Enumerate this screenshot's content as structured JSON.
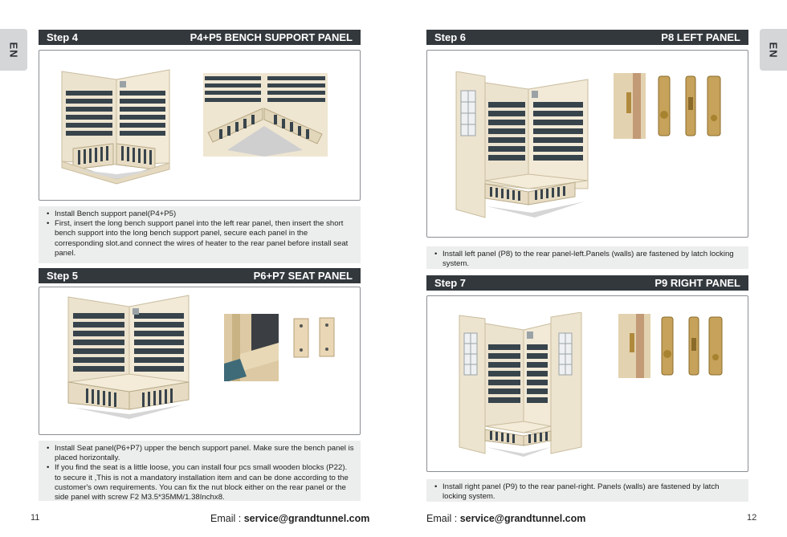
{
  "lang_tab": "EN",
  "left_page": {
    "step4": {
      "step": "Step 4",
      "title": "P4+P5 BENCH SUPPORT PANEL",
      "notes": [
        "Install Bench support panel(P4+P5)",
        "First, insert the long bench support panel into the left rear panel, then insert the short bench support into the long bench support panel, secure each panel in the corresponding slot.and connect the wires of heater to the rear panel before install seat panel."
      ]
    },
    "step5": {
      "step": "Step 5",
      "title": "P6+P7 SEAT PANEL",
      "notes": [
        "Install Seat panel(P6+P7) upper the bench support panel. Make sure the bench panel is placed horizontally.",
        "If you find the seat is a little loose, you can install four pcs small wooden blocks (P22). to secure it ,This is not a mandatory installation item and can be done according to the customer's own requirements. You can fix the nut block either on the rear panel or the side panel with screw F2 M3.5*35MM/1.38Inchx8."
      ]
    },
    "page_number": "11",
    "email_label": "Email : ",
    "email": "service@grandtunnel.com"
  },
  "right_page": {
    "step6": {
      "step": "Step 6",
      "title": "P8 LEFT PANEL",
      "notes": [
        "Install left panel (P8) to the rear panel-left.Panels (walls) are fastened by latch locking system."
      ]
    },
    "step7": {
      "step": "Step 7",
      "title": "P9 RIGHT PANEL",
      "notes": [
        "Install right panel (P9) to the rear panel-right. Panels (walls) are fastened by latch locking system."
      ]
    },
    "page_number": "12",
    "email_label": "Email : ",
    "email": "service@grandtunnel.com"
  }
}
